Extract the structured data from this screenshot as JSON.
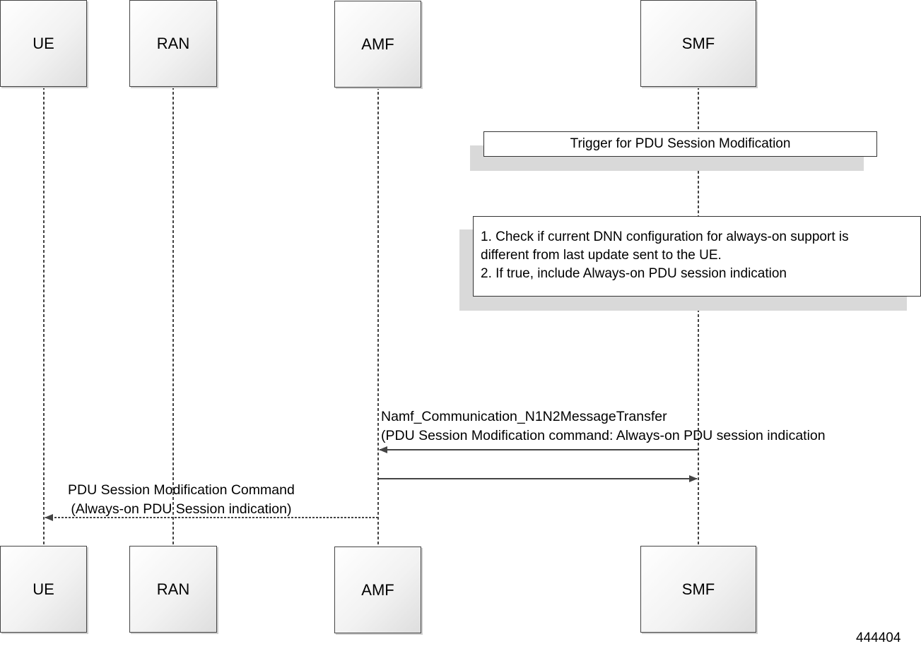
{
  "participants": [
    "UE",
    "RAN",
    "AMF",
    "SMF"
  ],
  "notes": {
    "trigger": "Trigger for PDU Session Modification",
    "check_lines": [
      "1. Check if current DNN configuration for always-on support is",
      "different from last update sent to the UE.",
      "2. If true, include Always-on PDU session indication"
    ]
  },
  "messages": [
    {
      "from": "SMF",
      "to": "AMF",
      "style": "solid",
      "lines": [
        "Namf_Communication_N1N2MessageTransfer",
        "(PDU Session Modification command: Always-on PDU session indication"
      ]
    },
    {
      "from": "AMF",
      "to": "SMF",
      "style": "solid",
      "lines": []
    },
    {
      "from": "AMF",
      "to": "UE",
      "style": "dashed",
      "lines": [
        "PDU Session Modification Command",
        "(Always-on PDU Session indication)"
      ]
    }
  ],
  "figure_number": "444404",
  "colors": {
    "line": "#444444",
    "box_border": "#444444",
    "shadow": "#d9d9d9"
  }
}
